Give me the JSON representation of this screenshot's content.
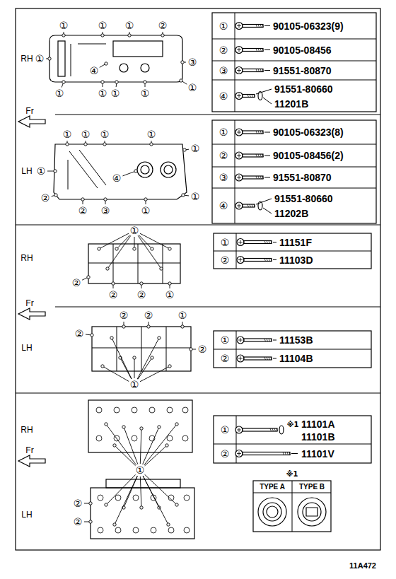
{
  "diagram": {
    "labels": [
      "RH",
      "①",
      "①",
      "①",
      "②",
      "①",
      "④",
      "③",
      "①",
      "①",
      "①",
      "①",
      "①",
      "①",
      "90105-06323(9)",
      "②",
      "90105-08456",
      "③",
      "91551-80870",
      "④",
      "91551-80660",
      "11201B",
      "Fr",
      "LH",
      "①",
      "①",
      "①",
      "①",
      "①",
      "①",
      "④",
      "②",
      "②",
      "③",
      "①",
      "①",
      "①",
      "90105-06323(8)",
      "②",
      "90105-08456(2)",
      "③",
      "91551-80870",
      "④",
      "91551-80660",
      "11202B",
      "RH",
      "①",
      "②",
      "②",
      "②",
      "①",
      "①",
      "11151F",
      "②",
      "11103D",
      "Fr",
      "LH",
      "②",
      "②",
      "①",
      "②",
      "②",
      "①",
      "①",
      "11153B",
      "②",
      "11104B",
      "RH",
      "①",
      "②",
      "②",
      "Fr",
      "LH",
      "①",
      "※1",
      "11101A",
      "11101B",
      "②",
      "11101V",
      "※1",
      "TYPE A",
      "TYPE B",
      "11A472"
    ]
  }
}
